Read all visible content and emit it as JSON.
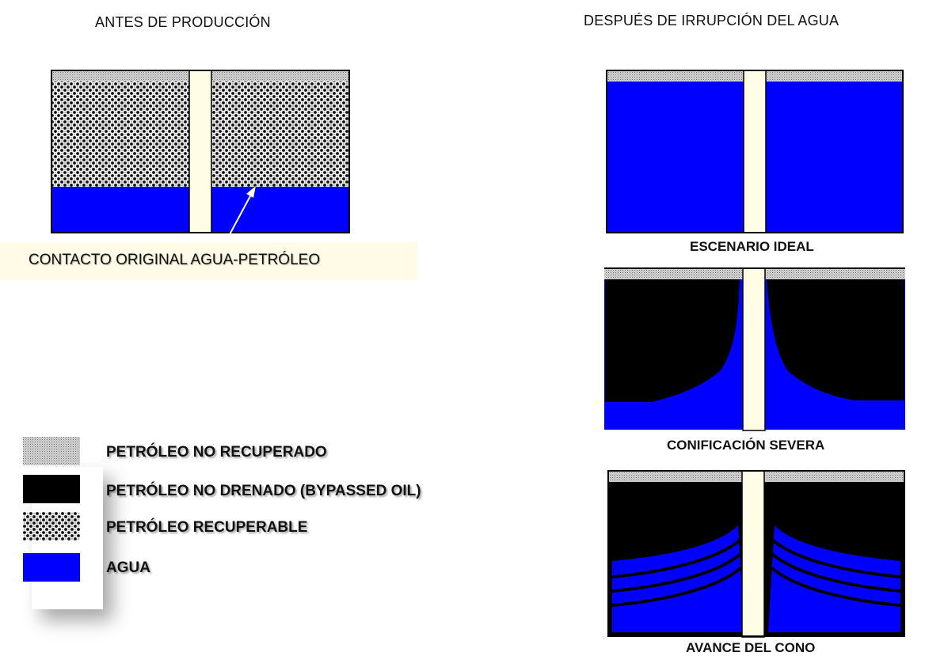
{
  "titles": {
    "before": "ANTES DE PRODUCCIÓN",
    "after": "DESPUÉS DE IRRUPCIÓN DEL AGUA"
  },
  "annotation": {
    "contact": "CONTACTO ORIGINAL AGUA-PETRÓLEO"
  },
  "scenarios": {
    "ideal": "ESCENARIO IDEAL",
    "severe": "CONIFICACIÓN SEVERA",
    "advance": "AVANCE DEL CONO"
  },
  "legend": {
    "items": [
      {
        "label": "PETRÓLEO NO RECUPERADO",
        "icon": "dotted-gray-swatch"
      },
      {
        "label": "PETRÓLEO NO DRENADO (BYPASSED OIL)",
        "icon": "black-swatch"
      },
      {
        "label": "PETRÓLEO RECUPERABLE",
        "icon": "checkered-swatch"
      },
      {
        "label": "AGUA",
        "icon": "blue-swatch"
      }
    ]
  },
  "colors": {
    "water": "#0000ff",
    "bypassed_oil": "#000000",
    "wellbore": "#fffde6",
    "highlight_box": "#fffbe6"
  }
}
